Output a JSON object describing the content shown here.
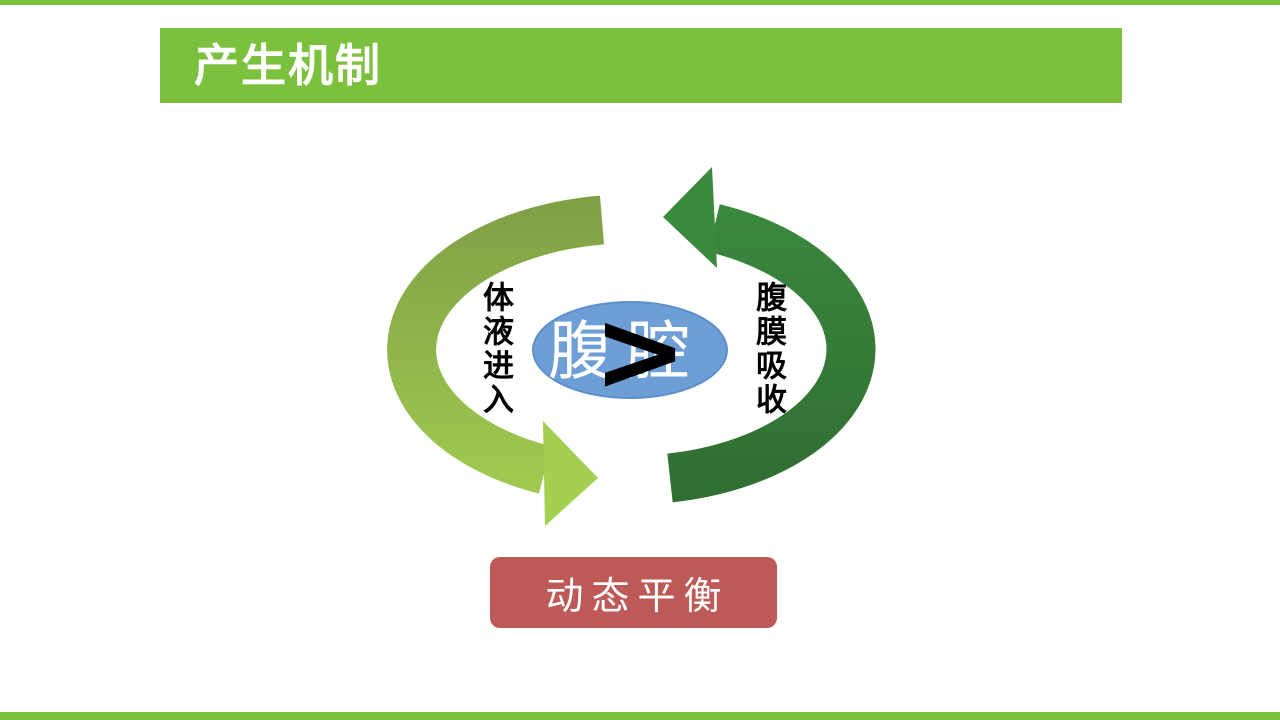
{
  "slide": {
    "title": "产生机制",
    "accent_color": "#7CC13E",
    "background_color": "#FFFFFF"
  },
  "diagram": {
    "center": {
      "label": "腹腔",
      "symbol": ">",
      "fill": "#6D9ED6",
      "border": "#5D8FCB",
      "text_color": "#FFFFFF"
    },
    "left_arrow": {
      "label": "体液进入",
      "color_start": "#7E9E46",
      "color_end": "#A4D051"
    },
    "right_arrow": {
      "label": "腹膜吸收",
      "color_start": "#3A8A3E",
      "color_end": "#2F6B31"
    }
  },
  "footer": {
    "label": "动态平衡",
    "box_color": "#BD5A57",
    "text_color": "#FFFFFF"
  }
}
